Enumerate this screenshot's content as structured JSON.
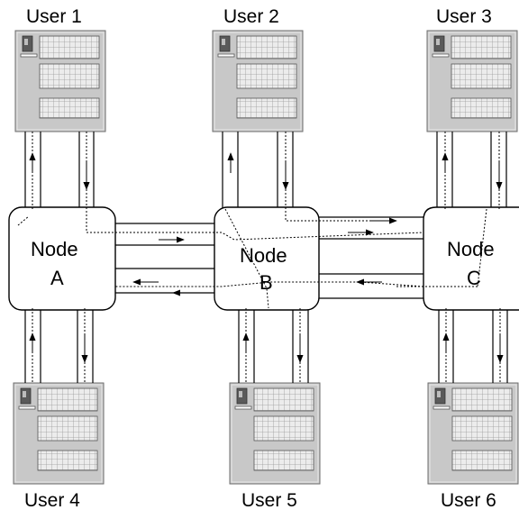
{
  "users": [
    {
      "id": "user-1",
      "label": "User 1"
    },
    {
      "id": "user-2",
      "label": "User 2"
    },
    {
      "id": "user-3",
      "label": "User 3"
    },
    {
      "id": "user-4",
      "label": "User 4"
    },
    {
      "id": "user-5",
      "label": "User 5"
    },
    {
      "id": "user-6",
      "label": "User 6"
    }
  ],
  "nodes": [
    {
      "id": "node-a",
      "line1": "Node",
      "line2": "A"
    },
    {
      "id": "node-b",
      "line1": "Node",
      "line2": "B"
    },
    {
      "id": "node-c",
      "line1": "Node",
      "line2": "C"
    }
  ],
  "colors": {
    "line": "#000000",
    "computer_body": "#c8c8c8",
    "computer_edge": "#6e6e6e",
    "node_fill": "#ffffff"
  }
}
